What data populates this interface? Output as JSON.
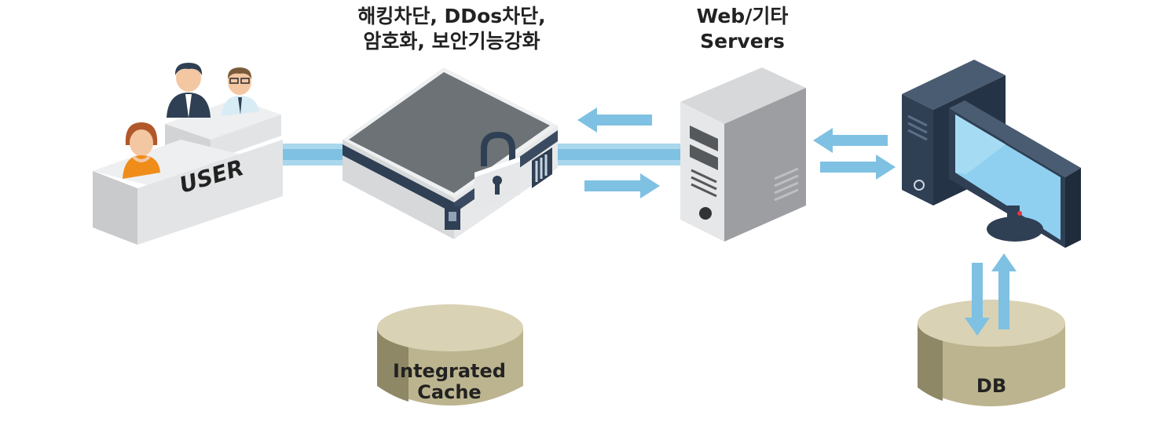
{
  "labels": {
    "security_line1": "해킹차단, DDos차단,",
    "security_line2": "암호화, 보안기능강화",
    "web_line1": "Web/기타",
    "web_line2": "Servers",
    "user": "USER",
    "cache_line1": "Integrated",
    "cache_line2": "Cache",
    "db": "DB"
  },
  "colors": {
    "arrow": "#7fc1e2",
    "cylinder": "#d9d2b4",
    "cylinder_dark": "#bcb48f",
    "navy": "#2f3f54",
    "gray_light": "#e6e7e8",
    "gray_mid": "#c9cacc",
    "screen": "#8fd0f0"
  },
  "icons": [
    "user-group-icon",
    "secure-appliance-icon",
    "padlock-icon",
    "server-tower-icon",
    "desktop-computer-icon",
    "cache-cylinder-icon",
    "database-cylinder-icon"
  ]
}
